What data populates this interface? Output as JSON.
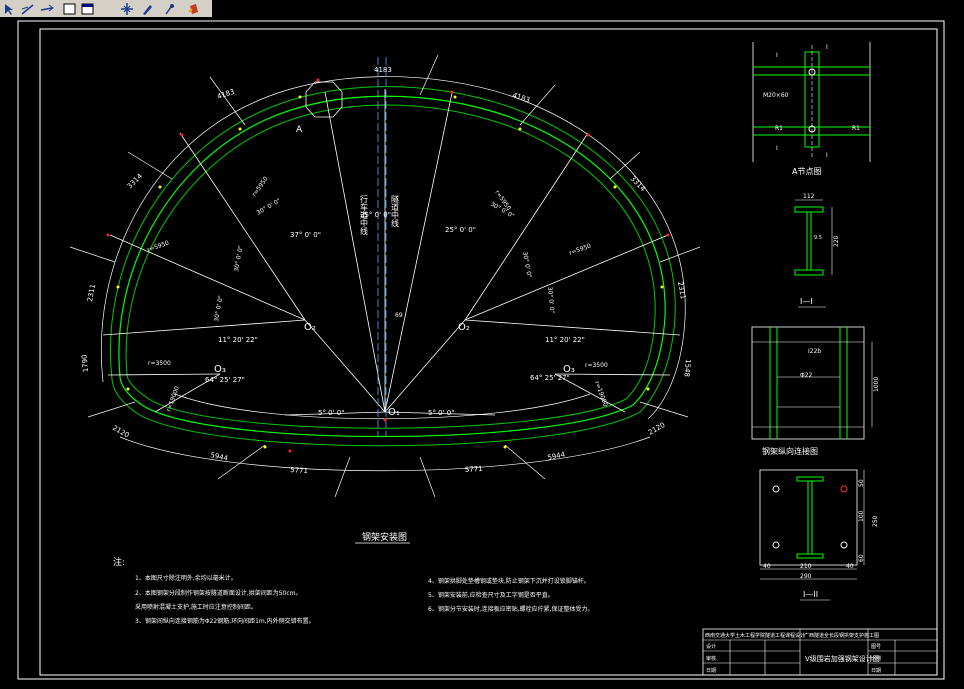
{
  "toolbar": {
    "buttons": [
      {
        "name": "pointer-tool-icon"
      },
      {
        "name": "line-tool-icon"
      },
      {
        "name": "arrow-line-tool-icon"
      },
      {
        "name": "rectangle-tool-icon"
      },
      {
        "name": "filled-rectangle-tool-icon"
      },
      {
        "name": "move-tool-icon"
      },
      {
        "name": "pen-tool-icon"
      },
      {
        "name": "eyedropper-tool-icon"
      },
      {
        "name": "color-fill-tool-icon"
      }
    ]
  },
  "drawing": {
    "main_title": "钢架安装图",
    "detail_a_title": "A节点图",
    "section_1_title": "I—I",
    "section_2_title": "I—II",
    "longitudinal_title": "钢架纵向连接图",
    "notes_title": "注:",
    "notes_left": [
      "1、本图尺寸除注明外,余均以毫米计。",
      "2、本图钢架分段制作钢架按隧道断面设计,拱架间距为50cm。",
      "   采用喷射混凝土支护,施工时应注意控制间距。",
      "3、钢架间纵向连接钢筋为Φ22钢筋,环向间距1m,内外侧交错布置。"
    ],
    "notes_right": [
      "4、钢架拱脚处垫槽钢或垫块,防止钢架下沉并打设锁脚锚杆。",
      "5、钢架安装前,应检查尺寸及工字钢是否平直。",
      "6、钢架分节安装时,连接板应密贴,螺栓应拧紧,保证整体受力。"
    ],
    "titleblock_left": [
      "西南交通大学土木工程学院隧道工程课程设计",
      "设计",
      "审核",
      "日期"
    ],
    "titleblock_right_top": "广西隧道全长段钢拱架支护施工图",
    "titleblock_right_title": "V级围岩加强钢架设计图",
    "titleblock_right_cells": [
      "图号",
      "比例",
      "日期"
    ],
    "labels": {
      "point_A": "A",
      "center_top": "O₁",
      "center_left": "O₂",
      "center_right": "O₂",
      "center_ll": "O₃",
      "center_lr": "O₃",
      "tunnel_axis": "行车道中线",
      "tunnel_axis_right": "隧道中线",
      "dim_top": "4183",
      "dim_top_l": "4183",
      "dim_top_r": "4183",
      "dim_l1": "3314",
      "dim_l2": "2311",
      "dim_l3": "1790",
      "dim_l4": "2120",
      "dim_l5": "5944",
      "dim_l6": "5771",
      "dim_r1": "3314",
      "dim_r2": "2311",
      "dim_r3": "1548",
      "dim_r4": "2120",
      "dim_r5": "5944",
      "dim_r6": "5771",
      "ang_top": "25° 0' 0\"",
      "ang_l": "37° 0' 0\"",
      "ang_r": "25° 0' 0\"",
      "ang_l2": "30° 0' 0\"",
      "ang_r2": "30° 0' 0\"",
      "ang_l3": "11° 20' 22\"",
      "ang_r3": "11° 20' 22\"",
      "ang_l4": "64° 25' 27\"",
      "ang_r4": "64° 25' 27\"",
      "ang_bot_l": "5° 0' 0\"",
      "ang_bot_r": "5° 0' 0\"",
      "r1": "r=5950",
      "r2": "r=5950",
      "r3": "r=3500",
      "r4": "r=5950",
      "r5": "r=19000",
      "dim_69": "69",
      "sec_112": "112",
      "sec_220": "220",
      "sec_9": "9.5",
      "long_1000": "1000",
      "long_i22": "I22b",
      "long_bar": "Φ22",
      "plate_210": "210",
      "plate_290": "290",
      "plate_40a": "40",
      "plate_40b": "40",
      "plate_100": "100",
      "plate_250": "250",
      "plate_60": "60",
      "plate_50": "50"
    }
  }
}
